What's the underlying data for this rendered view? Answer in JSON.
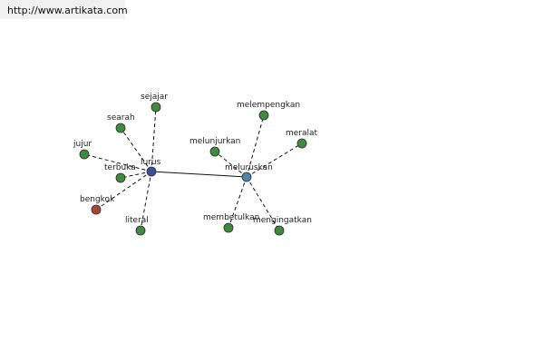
{
  "header": {
    "url": "http://www.artikata.com"
  },
  "graph": {
    "colors": {
      "hub_lurus": "#3d4e98",
      "hub_meluruskan": "#4f86a6",
      "synonym": "#3f8a3f",
      "antonym": "#a7483b",
      "edge": "#111111"
    },
    "nodes": [
      {
        "id": "lurus",
        "label": "lurus",
        "kind": "hub_lurus"
      },
      {
        "id": "meluruskan",
        "label": "meluruskan",
        "kind": "hub_meluruskan"
      },
      {
        "id": "sejajar",
        "label": "sejajar",
        "kind": "synonym"
      },
      {
        "id": "searah",
        "label": "searah",
        "kind": "synonym"
      },
      {
        "id": "jujur",
        "label": "jujur",
        "kind": "synonym"
      },
      {
        "id": "terbuka",
        "label": "terbuka",
        "kind": "synonym"
      },
      {
        "id": "bengkok",
        "label": "bengkok",
        "kind": "antonym"
      },
      {
        "id": "literal",
        "label": "literal",
        "kind": "synonym"
      },
      {
        "id": "melempengkan",
        "label": "melempengkan",
        "kind": "synonym"
      },
      {
        "id": "meralat",
        "label": "meralat",
        "kind": "synonym"
      },
      {
        "id": "melunjurkan",
        "label": "melunjurkan",
        "kind": "synonym"
      },
      {
        "id": "membetulkan",
        "label": "membetulkan",
        "kind": "synonym"
      },
      {
        "id": "mengingatkan",
        "label": "mengingatkan",
        "kind": "synonym"
      }
    ],
    "edges": [
      {
        "from": "lurus",
        "to": "meluruskan",
        "style": "solid"
      },
      {
        "from": "lurus",
        "to": "sejajar",
        "style": "dashed"
      },
      {
        "from": "lurus",
        "to": "searah",
        "style": "dashed"
      },
      {
        "from": "lurus",
        "to": "jujur",
        "style": "dashed"
      },
      {
        "from": "lurus",
        "to": "terbuka",
        "style": "dashed"
      },
      {
        "from": "lurus",
        "to": "bengkok",
        "style": "dashed"
      },
      {
        "from": "lurus",
        "to": "literal",
        "style": "dashed"
      },
      {
        "from": "meluruskan",
        "to": "melempengkan",
        "style": "dashed"
      },
      {
        "from": "meluruskan",
        "to": "meralat",
        "style": "dashed"
      },
      {
        "from": "meluruskan",
        "to": "melunjurkan",
        "style": "dashed"
      },
      {
        "from": "meluruskan",
        "to": "membetulkan",
        "style": "dashed"
      },
      {
        "from": "meluruskan",
        "to": "mengingatkan",
        "style": "dashed"
      }
    ]
  }
}
